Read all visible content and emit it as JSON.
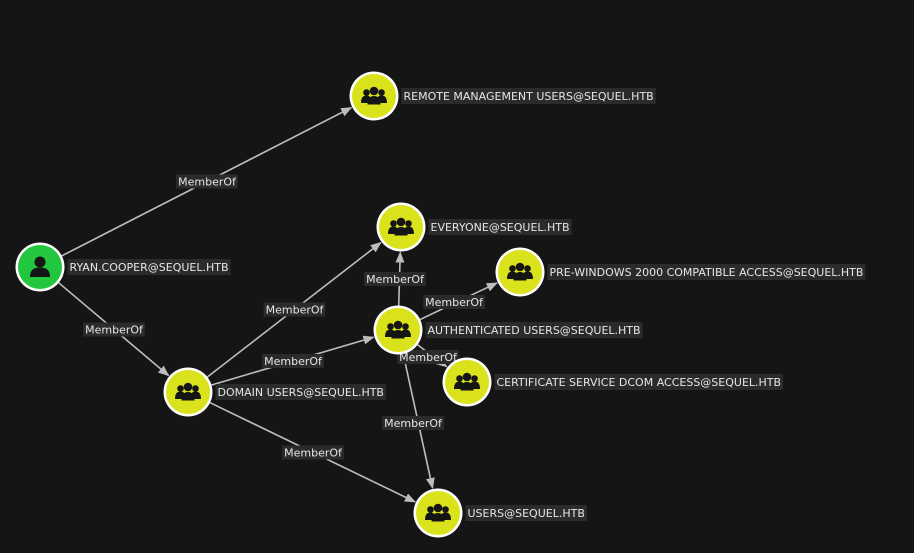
{
  "colors": {
    "background": "#151515",
    "group": "#d9e21a",
    "user": "#22c73e",
    "edge": "#bdbdbd",
    "label_bg": "#2b2b2b",
    "label_text": "#e6e6e6",
    "icon": "#151515"
  },
  "nodes": [
    {
      "id": "ryan",
      "kind": "user",
      "icon": "user-icon",
      "label": "RYAN.COOPER@SEQUEL.HTB"
    },
    {
      "id": "rmu",
      "kind": "group",
      "icon": "group-icon",
      "label": "REMOTE MANAGEMENT USERS@SEQUEL.HTB"
    },
    {
      "id": "everyone",
      "kind": "group",
      "icon": "group-icon",
      "label": "EVERYONE@SEQUEL.HTB"
    },
    {
      "id": "prewin",
      "kind": "group",
      "icon": "group-icon",
      "label": "PRE-WINDOWS 2000 COMPATIBLE ACCESS@SEQUEL.HTB"
    },
    {
      "id": "auth",
      "kind": "group",
      "icon": "group-icon",
      "label": "AUTHENTICATED USERS@SEQUEL.HTB"
    },
    {
      "id": "certdcom",
      "kind": "group",
      "icon": "group-icon",
      "label": "CERTIFICATE SERVICE DCOM ACCESS@SEQUEL.HTB"
    },
    {
      "id": "domusers",
      "kind": "group",
      "icon": "group-icon",
      "label": "DOMAIN USERS@SEQUEL.HTB"
    },
    {
      "id": "users",
      "kind": "group",
      "icon": "group-icon",
      "label": "USERS@SEQUEL.HTB"
    }
  ],
  "edges": [
    {
      "source": "ryan",
      "target": "rmu",
      "label": "MemberOf"
    },
    {
      "source": "ryan",
      "target": "domusers",
      "label": "MemberOf"
    },
    {
      "source": "domusers",
      "target": "everyone",
      "label": "MemberOf"
    },
    {
      "source": "domusers",
      "target": "auth",
      "label": "MemberOf"
    },
    {
      "source": "domusers",
      "target": "users",
      "label": "MemberOf"
    },
    {
      "source": "auth",
      "target": "everyone",
      "label": "MemberOf"
    },
    {
      "source": "auth",
      "target": "prewin",
      "label": "MemberOf"
    },
    {
      "source": "auth",
      "target": "certdcom",
      "label": "MemberOf"
    },
    {
      "source": "auth",
      "target": "users",
      "label": "MemberOf"
    }
  ]
}
